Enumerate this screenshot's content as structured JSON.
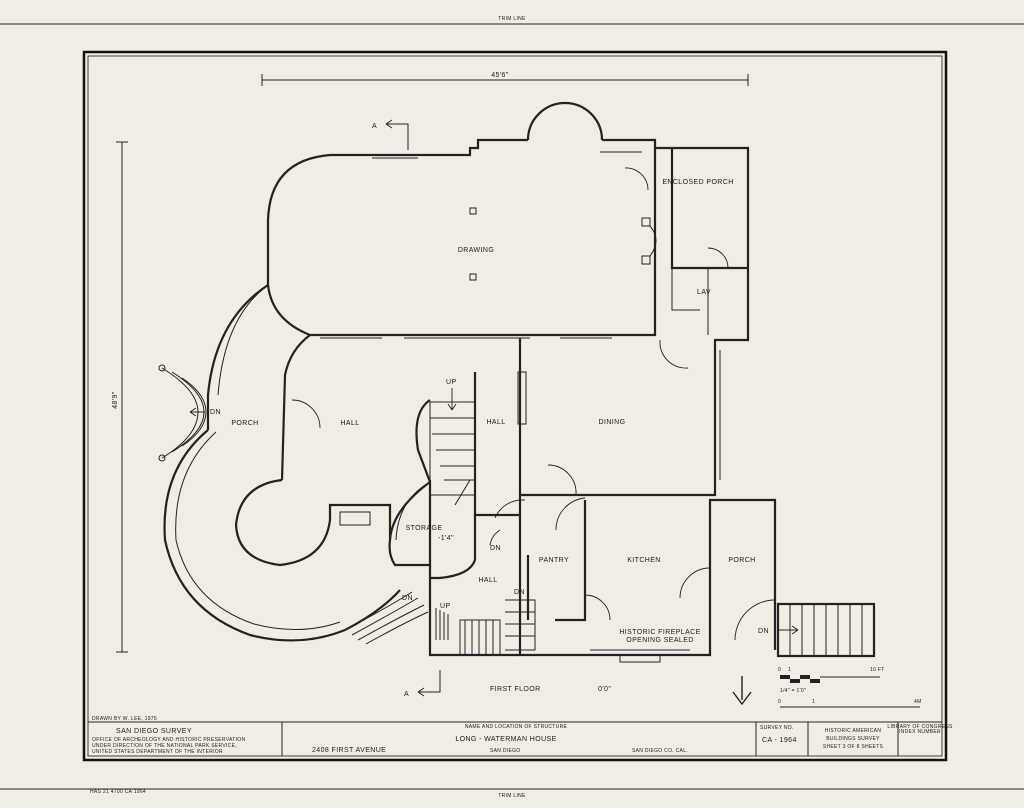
{
  "sheet": {
    "trim_top": "TRIM LINE",
    "trim_bottom": "TRIM LINE",
    "corner_note": "HAS 21 4700 CA 1964"
  },
  "dimensions": {
    "width": "45'6\"",
    "depth": "48'9\""
  },
  "section_marks": {
    "top": "A",
    "bottom": "A"
  },
  "rooms": {
    "drawing": "DRAWING",
    "enclosed_porch": "ENCLOSED PORCH",
    "lav": "LAV",
    "porch_west": "PORCH",
    "hall_main": "HALL",
    "hall_center": "HALL",
    "dining": "DINING",
    "storage": "STORAGE",
    "storage_level": "-1'4\"",
    "pantry": "PANTRY",
    "kitchen": "KITCHEN",
    "porch_east": "PORCH",
    "hall_lower": "HALL",
    "fireplace_note_1": "HISTORIC  FIREPLACE",
    "fireplace_note_2": "OPENING  SEALED"
  },
  "stair_labels": {
    "up_1": "UP",
    "up_2": "UP",
    "dn_west": "DN",
    "dn_storage": "DN",
    "dn_stair": "DN",
    "dn_porch_curve": "DN",
    "dn_east": "DN"
  },
  "drawing_title": {
    "title": "FIRST FLOOR",
    "elevation": "0'0\""
  },
  "scale_bar": {
    "ft_start": "0",
    "ft_mid": "1",
    "ft_end": "10 FT",
    "ratio": "1/4\" = 1'0\"",
    "m_start": "0",
    "m_mid": "1",
    "m_end": "4M"
  },
  "title_block": {
    "drawn_by": "DRAWN BY  W. LEE, 1975",
    "survey": "SAN DIEGO SURVEY",
    "office_1": "OFFICE OF ARCHEOLOGY AND HISTORIC PRESERVATION",
    "office_2": "UNDER DIRECTION OF THE NATIONAL PARK SERVICE,",
    "office_3": "UNITED STATES DEPARTMENT OF THE INTERIOR",
    "name_heading": "NAME AND LOCATION OF STRUCTURE",
    "structure_name": "LONG - WATERMAN  HOUSE",
    "address": "2408 FIRST AVENUE",
    "city": "SAN DIEGO",
    "county": "SAN DIEGO  CO. CAL.",
    "survey_no_label": "SURVEY NO.",
    "survey_no": "CA - 1964",
    "habs_1": "HISTORIC AMERICAN",
    "habs_2": "BUILDINGS SURVEY",
    "sheet_label": "SHEET 3  OF  8  SHEETS",
    "library_1": "LIBRARY OF CONGRESS",
    "library_2": "INDEX NUMBER"
  }
}
